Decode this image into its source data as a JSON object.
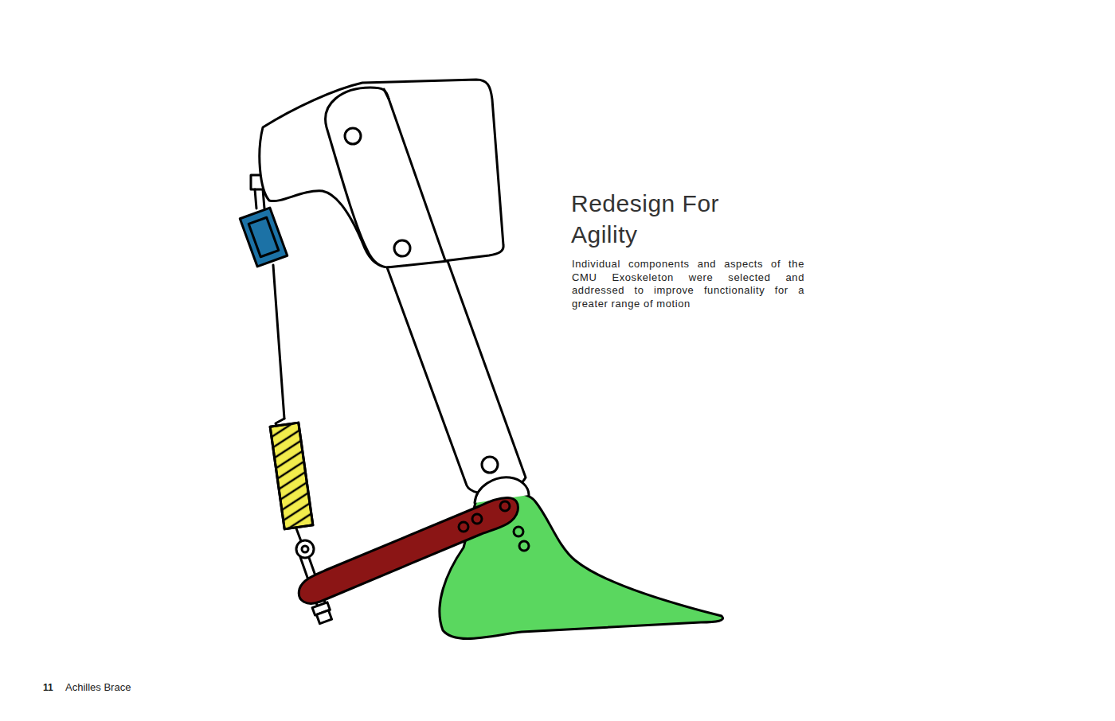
{
  "diagram": {
    "title": "Redesign For Agility",
    "labels": [
      "Individual components and aspects of the CMU Exoskeleton were selected and addressed to improve functionality for a greater range of motion",
      "11",
      "Achilles Brace"
    ]
  }
}
